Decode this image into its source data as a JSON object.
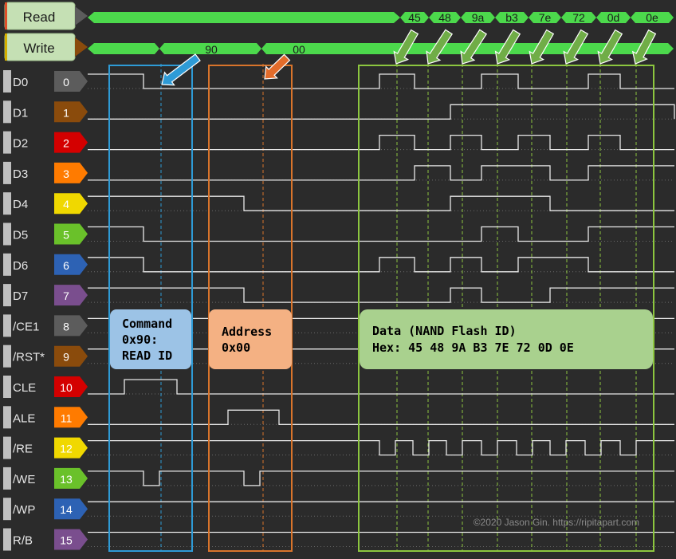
{
  "decoders": {
    "read": {
      "label": "Read",
      "bytes": [
        "45",
        "48",
        "9a",
        "b3",
        "7e",
        "72",
        "0d",
        "0e"
      ]
    },
    "write": {
      "label": "Write",
      "bytes": [
        "90",
        "00"
      ]
    }
  },
  "channels": [
    {
      "name": "D0",
      "num": "0",
      "color": "#5c5c5c"
    },
    {
      "name": "D1",
      "num": "1",
      "color": "#8a4b0c"
    },
    {
      "name": "D2",
      "num": "2",
      "color": "#d40000"
    },
    {
      "name": "D3",
      "num": "3",
      "color": "#ff7b00"
    },
    {
      "name": "D4",
      "num": "4",
      "color": "#f0d800"
    },
    {
      "name": "D5",
      "num": "5",
      "color": "#6ac12a"
    },
    {
      "name": "D6",
      "num": "6",
      "color": "#2d62b4"
    },
    {
      "name": "D7",
      "num": "7",
      "color": "#7a4e8e"
    },
    {
      "name": "/CE1",
      "num": "8",
      "color": "#5c5c5c"
    },
    {
      "name": "/RST*",
      "num": "9",
      "color": "#8a4b0c"
    },
    {
      "name": "CLE",
      "num": "10",
      "color": "#d40000"
    },
    {
      "name": "ALE",
      "num": "11",
      "color": "#ff7b00"
    },
    {
      "name": "/RE",
      "num": "12",
      "color": "#f0d800"
    },
    {
      "name": "/WE",
      "num": "13",
      "color": "#6ac12a"
    },
    {
      "name": "/WP",
      "num": "14",
      "color": "#2d62b4"
    },
    {
      "name": "R/B",
      "num": "15",
      "color": "#7a4e8e"
    }
  ],
  "annotations": {
    "command": {
      "line1": "Command",
      "line2": "0x90:",
      "line3": "READ ID",
      "color": "#9cc3e6"
    },
    "address": {
      "line1": "Address",
      "line2": "0x00",
      "color": "#f4b183"
    },
    "data": {
      "line1": "Data (NAND Flash ID)",
      "line2": "Hex: 45 48 9A B3 7E 72 0D 0E",
      "color": "#a9d18e"
    }
  },
  "copyright": "©2020 Jason Gin. https://ripitapart.com",
  "colors": {
    "background": "#2b2b2b",
    "bus_green": "#4cd94c",
    "signal_white": "#e8e8e8",
    "command_box": "#2e9bd6",
    "address_box": "#d9742b",
    "data_box": "#8cc63f"
  }
}
